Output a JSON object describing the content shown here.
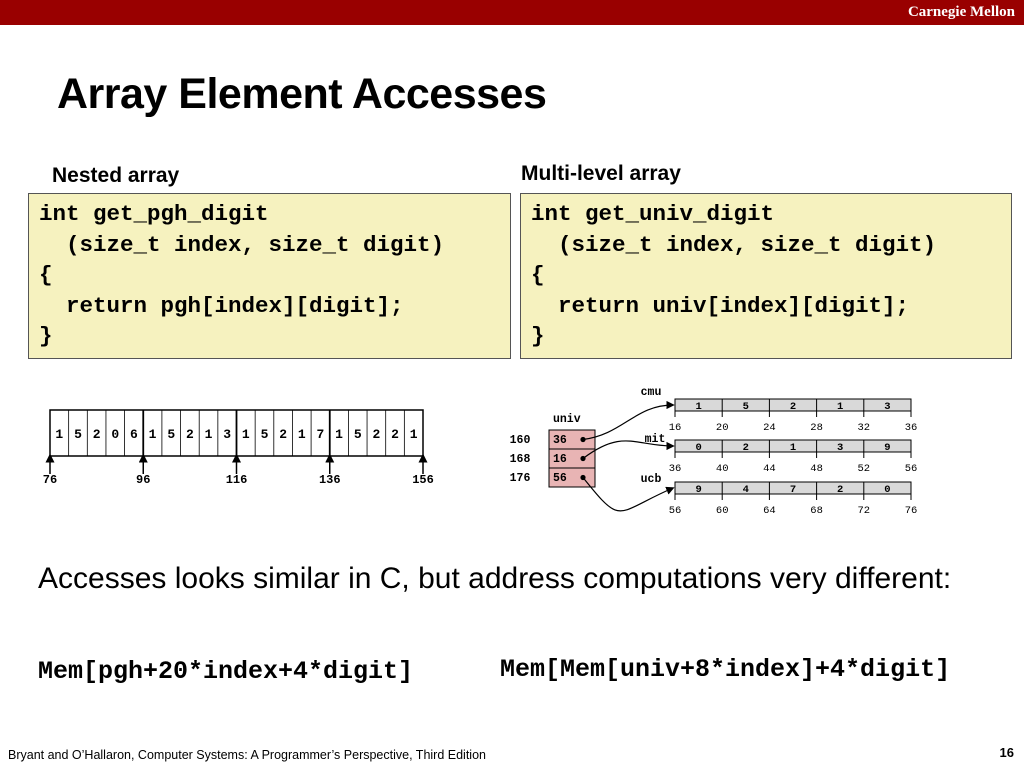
{
  "header": {
    "brand": "Carnegie Mellon"
  },
  "title": "Array Element Accesses",
  "nested": {
    "heading": "Nested array",
    "code": [
      "int get_pgh_digit",
      "  (size_t index, size_t digit)",
      "{",
      "  return pgh[index][digit];",
      "}"
    ],
    "array_values": [
      "1",
      "5",
      "2",
      "0",
      "6",
      "1",
      "5",
      "2",
      "1",
      "3",
      "1",
      "5",
      "2",
      "1",
      "7",
      "1",
      "5",
      "2",
      "2",
      "1"
    ],
    "addresses": [
      "76",
      "96",
      "116",
      "136",
      "156"
    ]
  },
  "multilevel": {
    "heading": "Multi-level array",
    "code": [
      "int get_univ_digit",
      "  (size_t index, size_t digit)",
      "{",
      "  return univ[index][digit];",
      "}"
    ],
    "univ_label": "univ",
    "univ_addresses": [
      "160",
      "168",
      "176"
    ],
    "univ_values": [
      "36",
      "16",
      "56"
    ],
    "rows": [
      {
        "name": "cmu",
        "digits": [
          "1",
          "5",
          "2",
          "1",
          "3"
        ],
        "addresses": [
          "16",
          "20",
          "24",
          "28",
          "32",
          "36"
        ]
      },
      {
        "name": "mit",
        "digits": [
          "0",
          "2",
          "1",
          "3",
          "9"
        ],
        "addresses": [
          "36",
          "40",
          "44",
          "48",
          "52",
          "56"
        ]
      },
      {
        "name": "ucb",
        "digits": [
          "9",
          "4",
          "7",
          "2",
          "0"
        ],
        "addresses": [
          "56",
          "60",
          "64",
          "68",
          "72",
          "76"
        ]
      }
    ]
  },
  "sentence": "Accesses looks similar in C, but address computations very different:",
  "formula_left": "Mem[pgh+20*index+4*digit]",
  "formula_right": "Mem[Mem[univ+8*index]+4*digit]",
  "footer": "Bryant and O’Hallaron, Computer Systems: A Programmer’s Perspective, Third Edition",
  "page_number": "16",
  "colors": {
    "bar": "#990000",
    "code_bg": "#f6f2bf",
    "univ_cell": "#e8b4b4",
    "row_fill": "#d9d9d9"
  }
}
